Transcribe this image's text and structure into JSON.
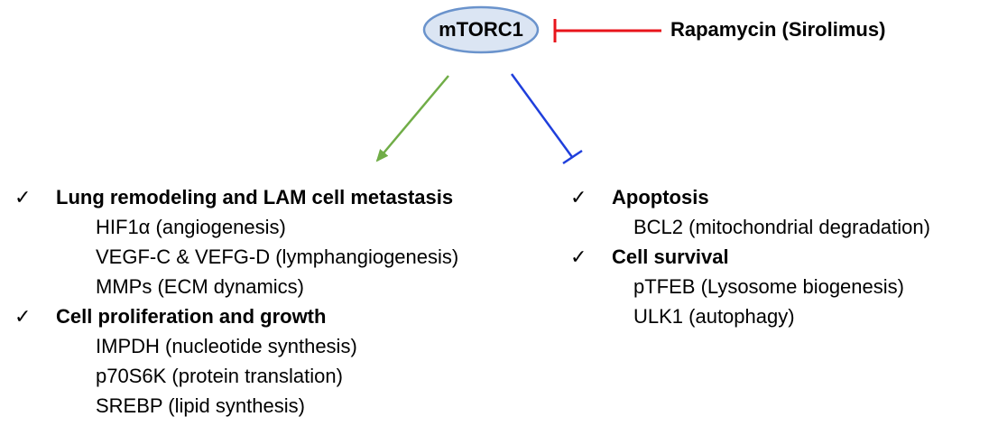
{
  "nodes": {
    "center": {
      "label": "mTORC1"
    },
    "inhibitor": {
      "label": "Rapamycin (Sirolimus)"
    }
  },
  "colors": {
    "node_fill": "#dbe5f3",
    "node_stroke": "#6a93cc",
    "inhibit_red": "#e8141b",
    "activate_green": "#70ad47",
    "inhibit_blue": "#1f3fdc"
  },
  "check_symbol": "✓",
  "left_column": {
    "groups": [
      {
        "header": "Lung remodeling and LAM cell metastasis",
        "items": [
          "HIF1α  (angiogenesis)",
          "VEGF-C & VEFG-D (lymphangiogenesis)",
          "MMPs (ECM dynamics)"
        ]
      },
      {
        "header": "Cell proliferation and growth",
        "items": [
          "IMPDH (nucleotide synthesis)",
          "p70S6K (protein translation)",
          "SREBP (lipid synthesis)"
        ]
      }
    ]
  },
  "right_column": {
    "groups": [
      {
        "header": "Apoptosis",
        "items": [
          "BCL2 (mitochondrial degradation)"
        ]
      },
      {
        "header": "Cell survival",
        "items": [
          "pTFEB (Lysosome biogenesis)",
          "ULK1 (autophagy)"
        ]
      }
    ]
  }
}
